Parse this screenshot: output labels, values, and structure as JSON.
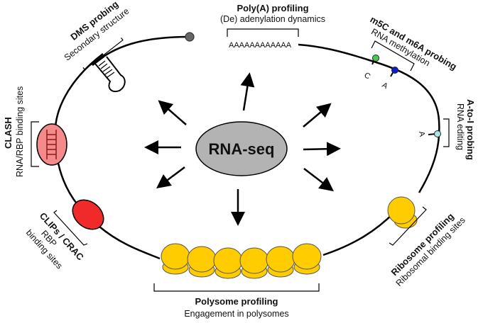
{
  "center": {
    "label": "RNA-seq"
  },
  "methods": {
    "dms": {
      "title": "DMS probing",
      "subtitle": "Secondary structure"
    },
    "polya": {
      "title": "Poly(A) profiling",
      "subtitle": "(De) adenylation dynamics",
      "sequence": "AAAAAAAAAAAA"
    },
    "m5c": {
      "title": "m5C and m6A probing",
      "subtitle": "RNA methylation",
      "base1": "C",
      "base2": "A"
    },
    "atoi": {
      "title": "A-to-I probing",
      "subtitle": "RNA editing",
      "base": "A"
    },
    "ribosome": {
      "title": "Ribosome profiling",
      "subtitle": "Ribosomal binding sites"
    },
    "polysome": {
      "title": "Polysome profiling",
      "subtitle": "Engagement in polysomes"
    },
    "clips": {
      "title": "CLIPs / CRAC",
      "subtitle1": "RBP",
      "subtitle2": "binding sites"
    },
    "clash": {
      "title": "CLASH",
      "subtitle": "RNA/RBP binding sites"
    }
  },
  "colors": {
    "center_fill": "#b3b3b3",
    "m5c_dot": "#4cc84c",
    "m6a_dot": "#0a1fd0",
    "atoi_dot": "#a8e8e4",
    "clash_fill": "#f58a8a",
    "clips_fill": "#f02a2a",
    "ribosome_fill": "#ffcc00",
    "cap_fill": "#666666"
  }
}
